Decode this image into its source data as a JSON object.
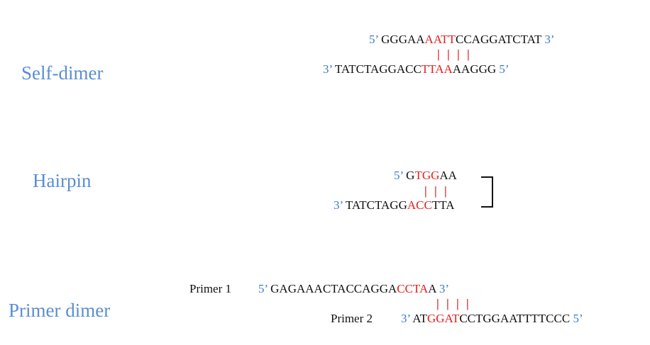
{
  "self_dimer": {
    "label": "Self-dimer",
    "top": {
      "p5": "5’",
      "a": " GGGAA",
      "r": "AATT",
      "b": "CCAGGATCTAT ",
      "p3": "3’"
    },
    "bars": "| | | |",
    "bottom": {
      "p3": "3’",
      "a": " TATCTAGGACC",
      "r": "TTAA",
      "b": "AAGGG ",
      "p5": "5’"
    }
  },
  "hairpin": {
    "label": "Hairpin",
    "top": {
      "p5": "5’",
      "a": " G",
      "r": "TGG",
      "b": "AA"
    },
    "bars": "| | |",
    "bottom": {
      "p3": "3’",
      "a": " TATCTAGG",
      "r": "ACC",
      "b": "TTA"
    }
  },
  "primer_dimer": {
    "label": "Primer dimer",
    "primer1_name": "Primer 1",
    "top": {
      "p5": "5’",
      "a": " GAGAAACTACCAGGA",
      "r": "CCTA",
      "b": "A ",
      "p3": "3’"
    },
    "bars": "| | | |",
    "primer2_name": "Primer 2",
    "bottom": {
      "p3": "3’",
      "a": " AT",
      "r": "GGAT",
      "b": "CCTGGAATTTTCCC ",
      "p5": "5’"
    }
  }
}
